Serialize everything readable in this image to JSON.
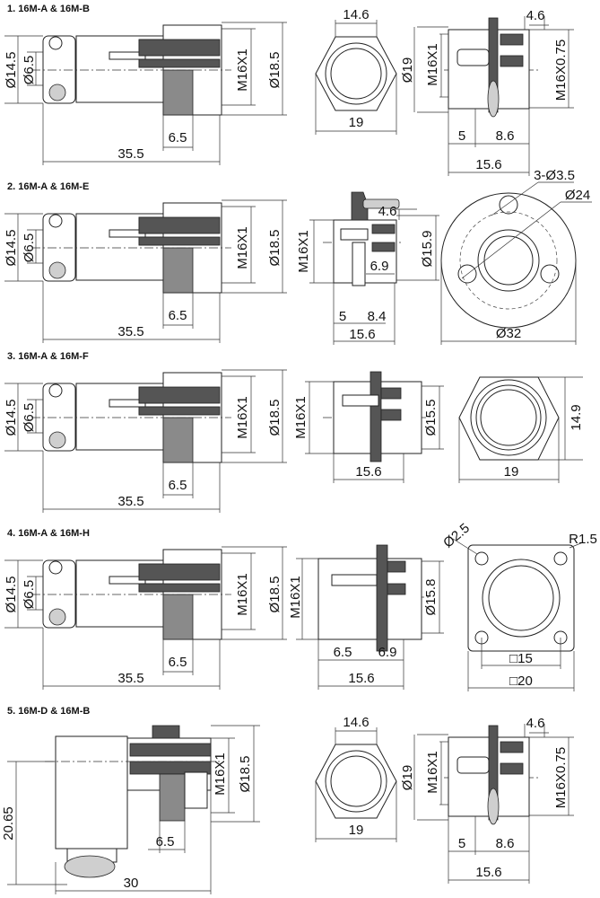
{
  "sections": [
    {
      "title": "1. 16M-A & 16M-B",
      "plug": {
        "d1": "Ø14.5",
        "d2": "Ø6.5",
        "thread": "M16X1",
        "d3": "Ø18.5",
        "nut": "6.5",
        "length": "35.5"
      },
      "front": {
        "top": "14.6",
        "bottom": "19"
      },
      "socket": {
        "dia": "Ø19",
        "thread": "M16X1",
        "flange": "4.6",
        "thread2": "M16X0.75",
        "a": "5",
        "b": "8.6",
        "total": "15.6"
      }
    },
    {
      "title": "2. 16M-A & 16M-E",
      "plug": {
        "d1": "Ø14.5",
        "d2": "Ø6.5",
        "thread": "M16X1",
        "d3": "Ø18.5",
        "nut": "6.5",
        "length": "35.5"
      },
      "socket": {
        "thread": "M16X1",
        "flange": "4.6",
        "dia": "Ø15.9",
        "c": "6.9",
        "a": "5",
        "b": "8.4",
        "total": "15.6"
      },
      "front": {
        "holes": "3-Ø3.5",
        "pcd": "Ø24",
        "outer": "Ø32"
      }
    },
    {
      "title": "3. 16M-A & 16M-F",
      "plug": {
        "d1": "Ø14.5",
        "d2": "Ø6.5",
        "thread": "M16X1",
        "d3": "Ø18.5",
        "nut": "6.5",
        "length": "35.5"
      },
      "socket": {
        "thread": "M16X1",
        "dia": "Ø15.5",
        "total": "15.6"
      },
      "front": {
        "height": "14.9",
        "width": "19"
      }
    },
    {
      "title": "4. 16M-A & 16M-H",
      "plug": {
        "d1": "Ø14.5",
        "d2": "Ø6.5",
        "thread": "M16X1",
        "d3": "Ø18.5",
        "nut": "6.5",
        "length": "35.5"
      },
      "socket": {
        "thread": "M16X1",
        "dia": "Ø15.8",
        "a": "6.5",
        "b": "6.9",
        "total": "15.6"
      },
      "front": {
        "hole": "Ø2.5",
        "radius": "R1.5",
        "pitch": "□15",
        "outer": "□20"
      }
    },
    {
      "title": "5. 16M-D & 16M-B",
      "plug": {
        "thread": "M16X1",
        "d3": "Ø18.5",
        "height": "20.65",
        "nut": "6.5",
        "length": "30"
      },
      "front": {
        "top": "14.6",
        "bottom": "19"
      },
      "socket": {
        "dia": "Ø19",
        "thread": "M16X1",
        "flange": "4.6",
        "thread2": "M16X0.75",
        "a": "5",
        "b": "8.6",
        "total": "15.6"
      }
    }
  ]
}
